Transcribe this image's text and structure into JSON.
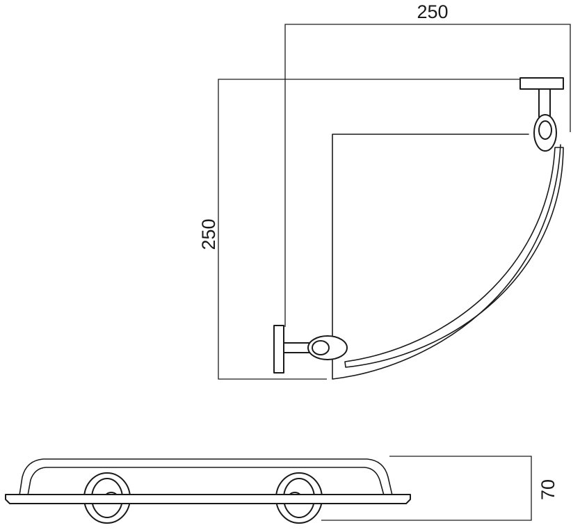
{
  "dimensions": {
    "width": "250",
    "depth": "250",
    "height": "70"
  },
  "colors": {
    "line": "#1a1a1a",
    "background": "#ffffff"
  }
}
